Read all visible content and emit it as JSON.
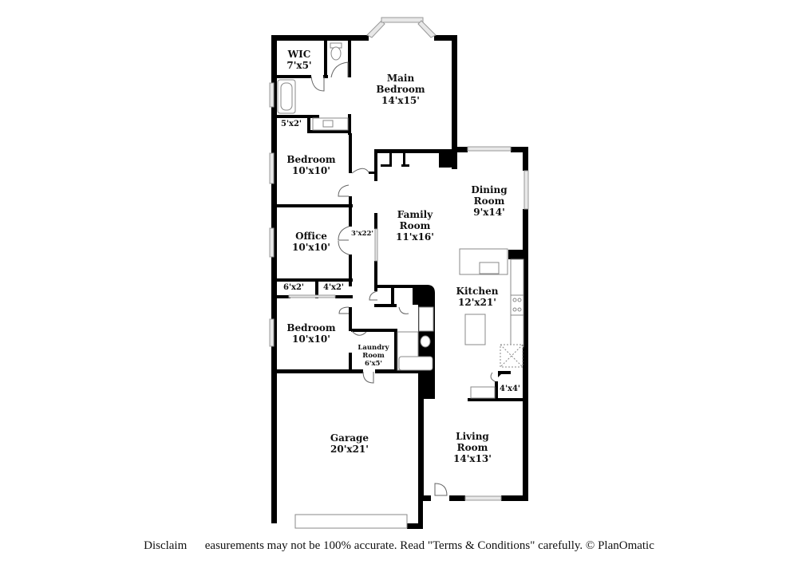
{
  "floor_plan": {
    "rooms": [
      {
        "id": "wic",
        "name": "WIC",
        "dims": "7'x5'"
      },
      {
        "id": "main-bedroom",
        "name": "Main Bedroom",
        "line1": "Main",
        "line2": "Bedroom",
        "dims": "14'x15'"
      },
      {
        "id": "closet-5x2",
        "dims": "5'x2'"
      },
      {
        "id": "bedroom-1",
        "name": "Bedroom",
        "dims": "10'x10'"
      },
      {
        "id": "office",
        "name": "Office",
        "dims": "10'x10'"
      },
      {
        "id": "hall",
        "dims": "3'x22'"
      },
      {
        "id": "family-room",
        "name": "Family Room",
        "line1": "Family",
        "line2": "Room",
        "dims": "11'x16'"
      },
      {
        "id": "dining-room",
        "name": "Dining Room",
        "line1": "Dining",
        "line2": "Room",
        "dims": "9'x14'"
      },
      {
        "id": "closet-6x2",
        "dims": "6'x2'"
      },
      {
        "id": "closet-4x2",
        "dims": "4'x2'"
      },
      {
        "id": "kitchen",
        "name": "Kitchen",
        "dims": "12'x21'"
      },
      {
        "id": "bedroom-2",
        "name": "Bedroom",
        "dims": "10'x10'"
      },
      {
        "id": "laundry-room",
        "name": "Laundry Room",
        "line1": "Laundry",
        "line2": "Room",
        "dims": "6'x5'"
      },
      {
        "id": "pantry",
        "dims": "4'x4'"
      },
      {
        "id": "garage",
        "name": "Garage",
        "dims": "20'x21'"
      },
      {
        "id": "living-room",
        "name": "Living Room",
        "line1": "Living",
        "line2": "Room",
        "dims": "14'x13'"
      }
    ]
  },
  "disclaimer": "Disclaim      easurements may not be 100% accurate. Read \"Terms & Conditions\" carefully. © PlanOmatic",
  "colors": {
    "wall": "#000000",
    "window": "#e8e8e8",
    "fixture": "#888888",
    "background": "#ffffff"
  }
}
